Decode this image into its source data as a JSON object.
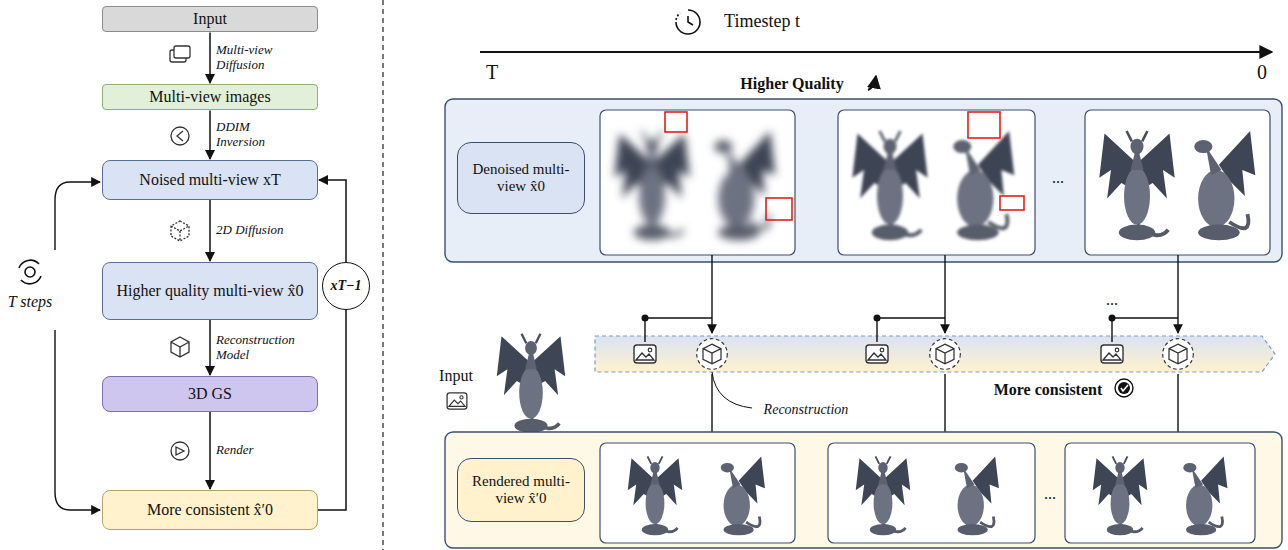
{
  "diagram": {
    "nodes": [
      {
        "text": [
          "Input"
        ]
      },
      {
        "text": [
          "Multi-view images"
        ]
      },
      {
        "text": [
          "Noised multi-view xT"
        ]
      },
      {
        "text": [
          "Higher quality multi-view x̂0"
        ]
      },
      {
        "text": [
          "3D GS"
        ]
      },
      {
        "text": [
          "More consistent x̂′0"
        ]
      },
      {
        "text": [
          "xT−1"
        ]
      },
      {
        "text": [
          "Denoised multi-view x̂0"
        ]
      },
      {
        "text": [
          "Rendered multi-view x̂′0"
        ]
      }
    ],
    "edges": [
      {
        "from": 0,
        "to": 1,
        "label": "Multi-view Diffusion",
        "arrow": "to"
      },
      {
        "from": 1,
        "to": 2,
        "label": "DDIM Inversion",
        "arrow": "to"
      },
      {
        "from": 2,
        "to": 3,
        "label": "2D Diffusion",
        "arrow": "to"
      },
      {
        "from": 3,
        "to": 4,
        "label": "Reconstruction Model",
        "arrow": "to"
      },
      {
        "from": 4,
        "to": 5,
        "label": "Render",
        "arrow": "to"
      },
      {
        "from": 5,
        "to": 6,
        "arrow": "none"
      },
      {
        "from": 6,
        "to": 2,
        "arrow": "to"
      }
    ],
    "labels": [
      "T steps",
      "Timestep t",
      "T",
      "0",
      "Higher Quality",
      "...",
      "Input",
      "...",
      "Reconstruction",
      "More consistent",
      "..."
    ]
  }
}
